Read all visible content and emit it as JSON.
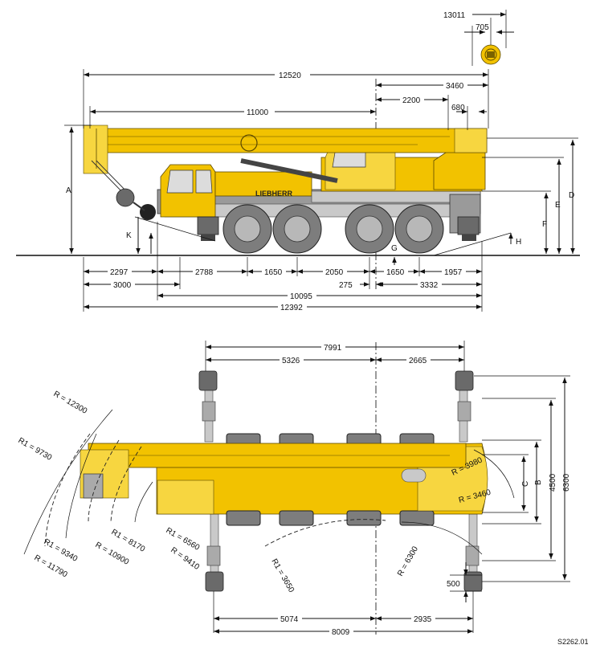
{
  "drawing_id": "S2262.01",
  "brand": "LIEBHERR",
  "side_view": {
    "dims_top": {
      "d13011": "13011",
      "d705": "705",
      "d12520": "12520",
      "d3460": "3460",
      "d2200": "2200",
      "d11000": "11000",
      "d680": "680"
    },
    "dims_bottom": {
      "d2297": "2297",
      "d2788": "2788",
      "d1650a": "1650",
      "d2050": "2050",
      "d1650b": "1650",
      "d1957": "1957",
      "d3000": "3000",
      "d275": "275",
      "d3332": "3332",
      "d10095": "10095",
      "d12392": "12392"
    },
    "letters": {
      "A": "A",
      "D": "D",
      "E": "E",
      "F": "F",
      "H": "H",
      "K": "K",
      "G": "G"
    }
  },
  "top_view": {
    "dims_top": {
      "d7991": "7991",
      "d5326": "5326",
      "d2665": "2665"
    },
    "dims_bottom": {
      "d5074": "5074",
      "d2935": "2935",
      "d8009": "8009"
    },
    "dims_right": {
      "C": "C",
      "B": "B",
      "d4500": "4500",
      "d6300": "6300",
      "d500": "500"
    },
    "radii": {
      "r12300": "R = 12300",
      "r1_9730": "R1 = 9730",
      "r1_9340": "R1 = 9340",
      "r11790": "R = 11790",
      "r10900": "R = 10900",
      "r1_8170": "R1 = 8170",
      "r1_6560": "R1 = 6560",
      "r9410": "R = 9410",
      "r1_3650": "R1 = 3650",
      "r6300": "R = 6300",
      "r3980": "R = 3980",
      "r3460": "R = 3460"
    }
  },
  "colors": {
    "crane_yellow": "#f2c200",
    "tire_grey": "#7d7d7d",
    "line": "#111111"
  }
}
